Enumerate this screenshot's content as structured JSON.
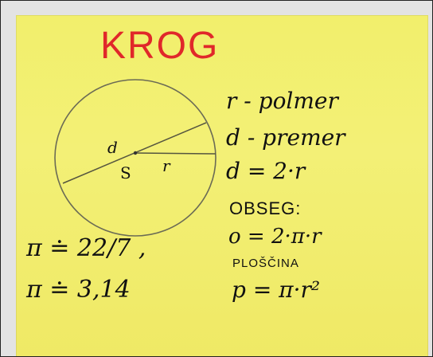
{
  "note": {
    "title": "KROG",
    "circle_labels": {
      "diameter": "d",
      "center": "S",
      "radius": "r"
    },
    "definitions": [
      "r - polmer",
      "d - premer",
      "d = 2·r"
    ],
    "perimeter": {
      "heading": "OBSEG:",
      "formula": "o = 2·π·r"
    },
    "area": {
      "heading": "PLOŠČINA",
      "formula": "p = π·r²"
    },
    "pi_values": [
      "π ≐ 22/7 ,",
      "π ≐ 3,14"
    ],
    "colors": {
      "paper": "#f2ef6c",
      "title": "#e0282a",
      "ink": "#111111",
      "pencil": "#6b6b55"
    }
  }
}
